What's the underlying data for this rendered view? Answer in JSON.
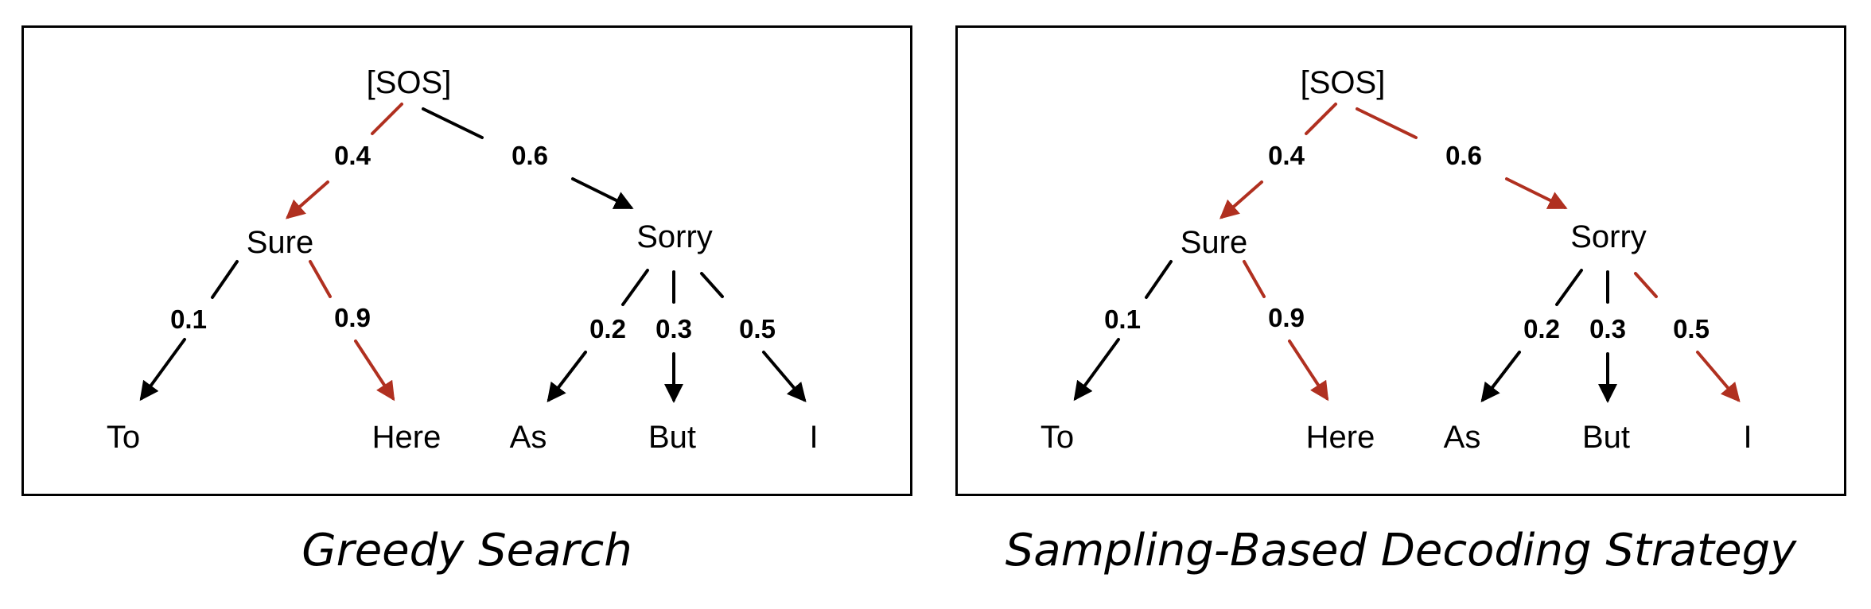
{
  "colors": {
    "selected": "#B03020",
    "default": "#000000"
  },
  "panels": [
    {
      "caption": "Greedy Search",
      "nodes": {
        "sos": "[SOS]",
        "sure": "Sure",
        "sorry": "Sorry",
        "to": "To",
        "here": "Here",
        "as": "As",
        "but": "But",
        "i": "I"
      },
      "probs": {
        "sos_sure": "0.4",
        "sos_sorry": "0.6",
        "sure_to": "0.1",
        "sure_here": "0.9",
        "sorry_as": "0.2",
        "sorry_but": "0.3",
        "sorry_i": "0.5"
      },
      "selected_edges": [
        "sos_sure",
        "sure_here"
      ]
    },
    {
      "caption": "Sampling-Based Decoding Strategy",
      "nodes": {
        "sos": "[SOS]",
        "sure": "Sure",
        "sorry": "Sorry",
        "to": "To",
        "here": "Here",
        "as": "As",
        "but": "But",
        "i": "I"
      },
      "probs": {
        "sos_sure": "0.4",
        "sos_sorry": "0.6",
        "sure_to": "0.1",
        "sure_here": "0.9",
        "sorry_as": "0.2",
        "sorry_but": "0.3",
        "sorry_i": "0.5"
      },
      "selected_edges": [
        "sos_sure",
        "sure_here",
        "sos_sorry",
        "sorry_i"
      ]
    }
  ]
}
